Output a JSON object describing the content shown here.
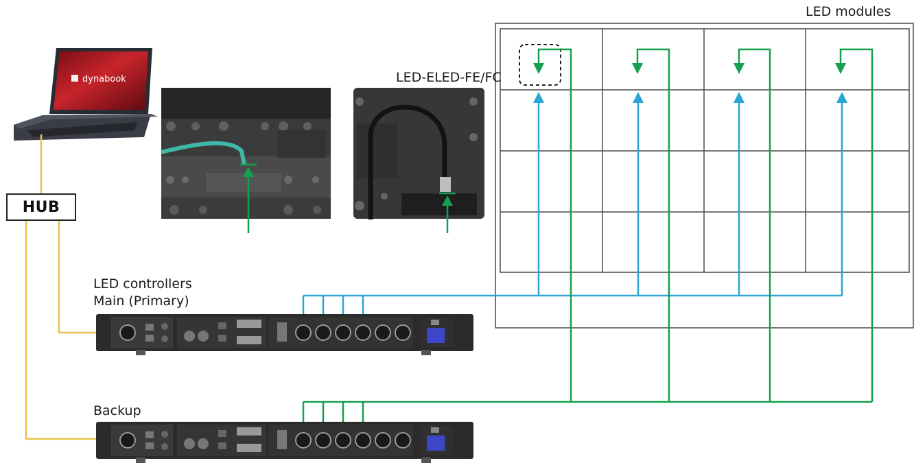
{
  "labels": {
    "led_modules": "LED modules",
    "connector_model": "LED-ELED-FE/FC",
    "hub": "HUB",
    "main_controller_line1": "LED controllers",
    "main_controller_line2": "Main (Primary)",
    "backup_controller": "Backup",
    "laptop_brand": "dynabook"
  },
  "colors": {
    "lan_cable": "#e8c24a",
    "primary_signal": "#2aa5d6",
    "backup_signal": "#14a04e",
    "device_body": "#2b2b2b",
    "panel_grid": "#4a4a4a",
    "laptop_screen": "#b71c24"
  },
  "icons": {
    "laptop": "laptop-icon",
    "controller": "rack-controller-icon",
    "arrow": "arrow-head-icon"
  }
}
